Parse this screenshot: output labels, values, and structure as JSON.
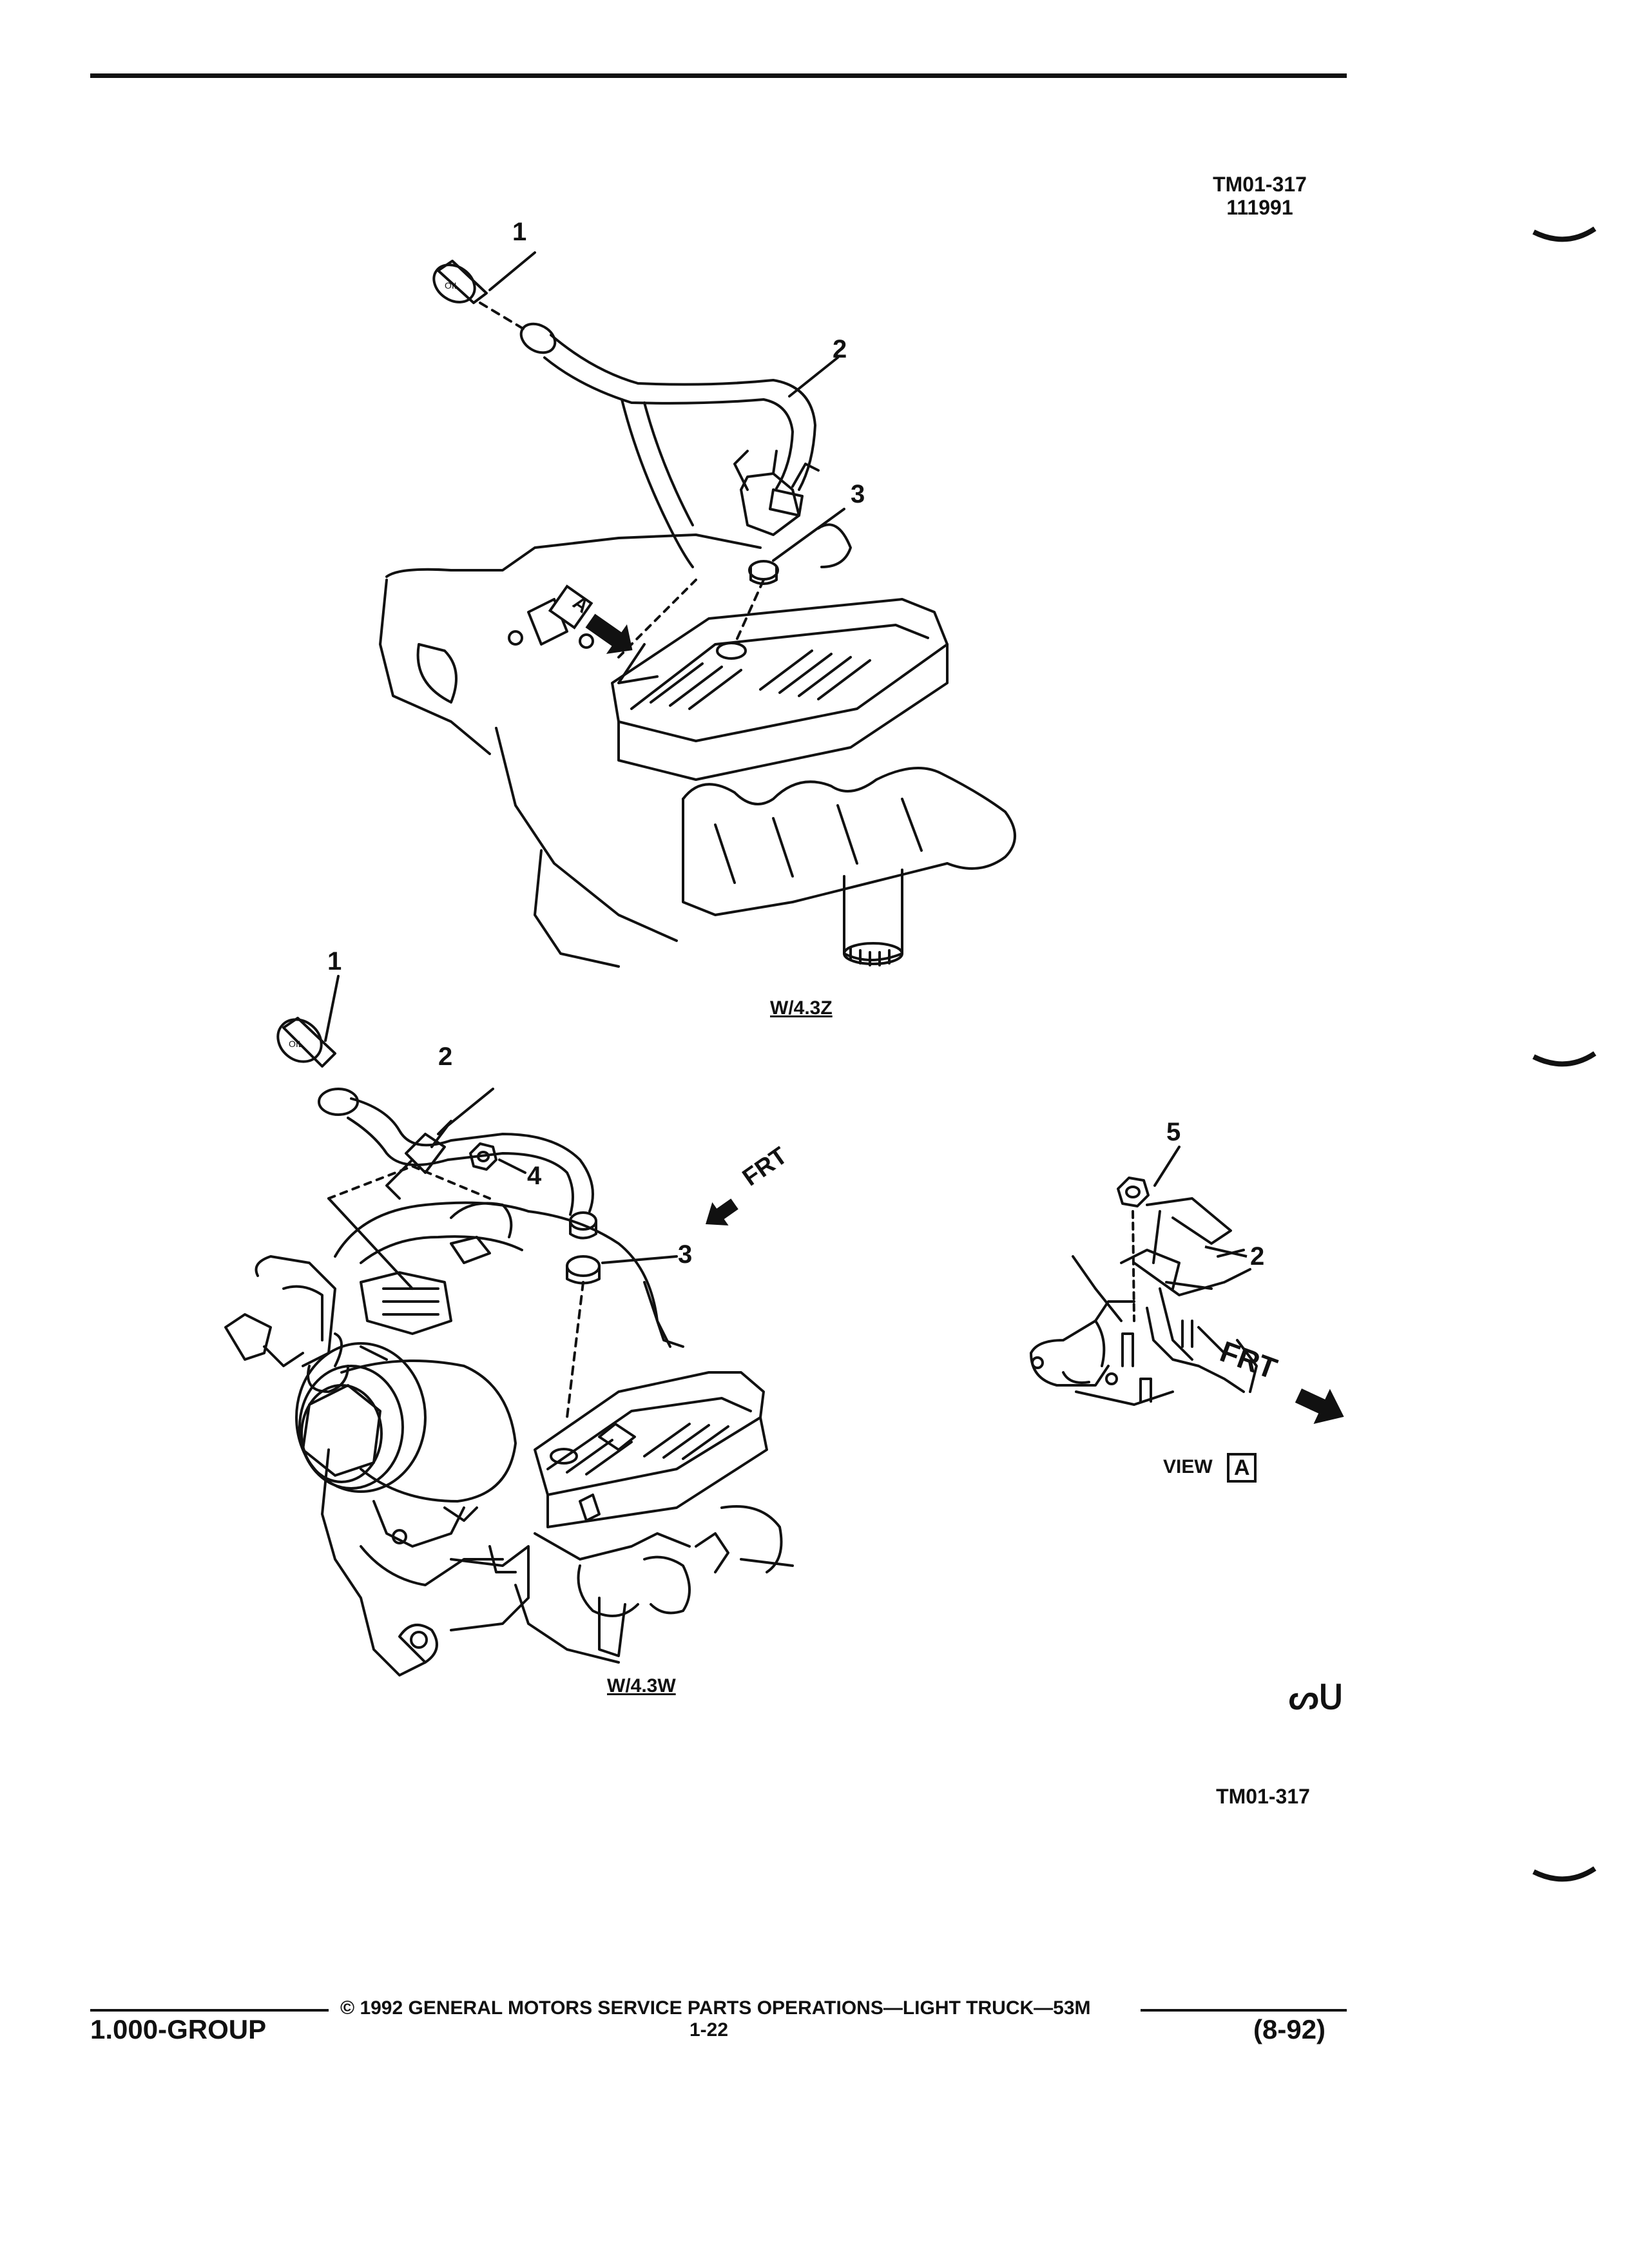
{
  "header": {
    "ref_code": "TM01-317",
    "ref_date": "111991"
  },
  "top_figure": {
    "callouts": [
      "1",
      "2",
      "3"
    ],
    "view_marker": "A",
    "caption": "W/4.3Z"
  },
  "bottom_figure": {
    "callouts": [
      "1",
      "2",
      "3",
      "4"
    ],
    "direction": "FRT",
    "caption": "W/4.3W"
  },
  "view_a_figure": {
    "callouts": [
      "5",
      "2"
    ],
    "direction": "FRT",
    "caption_word": "VIEW",
    "caption_box": "A"
  },
  "bottom_ref": "TM01-317",
  "logo_mark": "ᔕᑌ",
  "footer": {
    "copyright": "©  1992  GENERAL MOTORS SERVICE PARTS OPERATIONS—LIGHT TRUCK—53M",
    "group": "1.000-GROUP",
    "page": "1-22",
    "date": "(8-92)"
  }
}
